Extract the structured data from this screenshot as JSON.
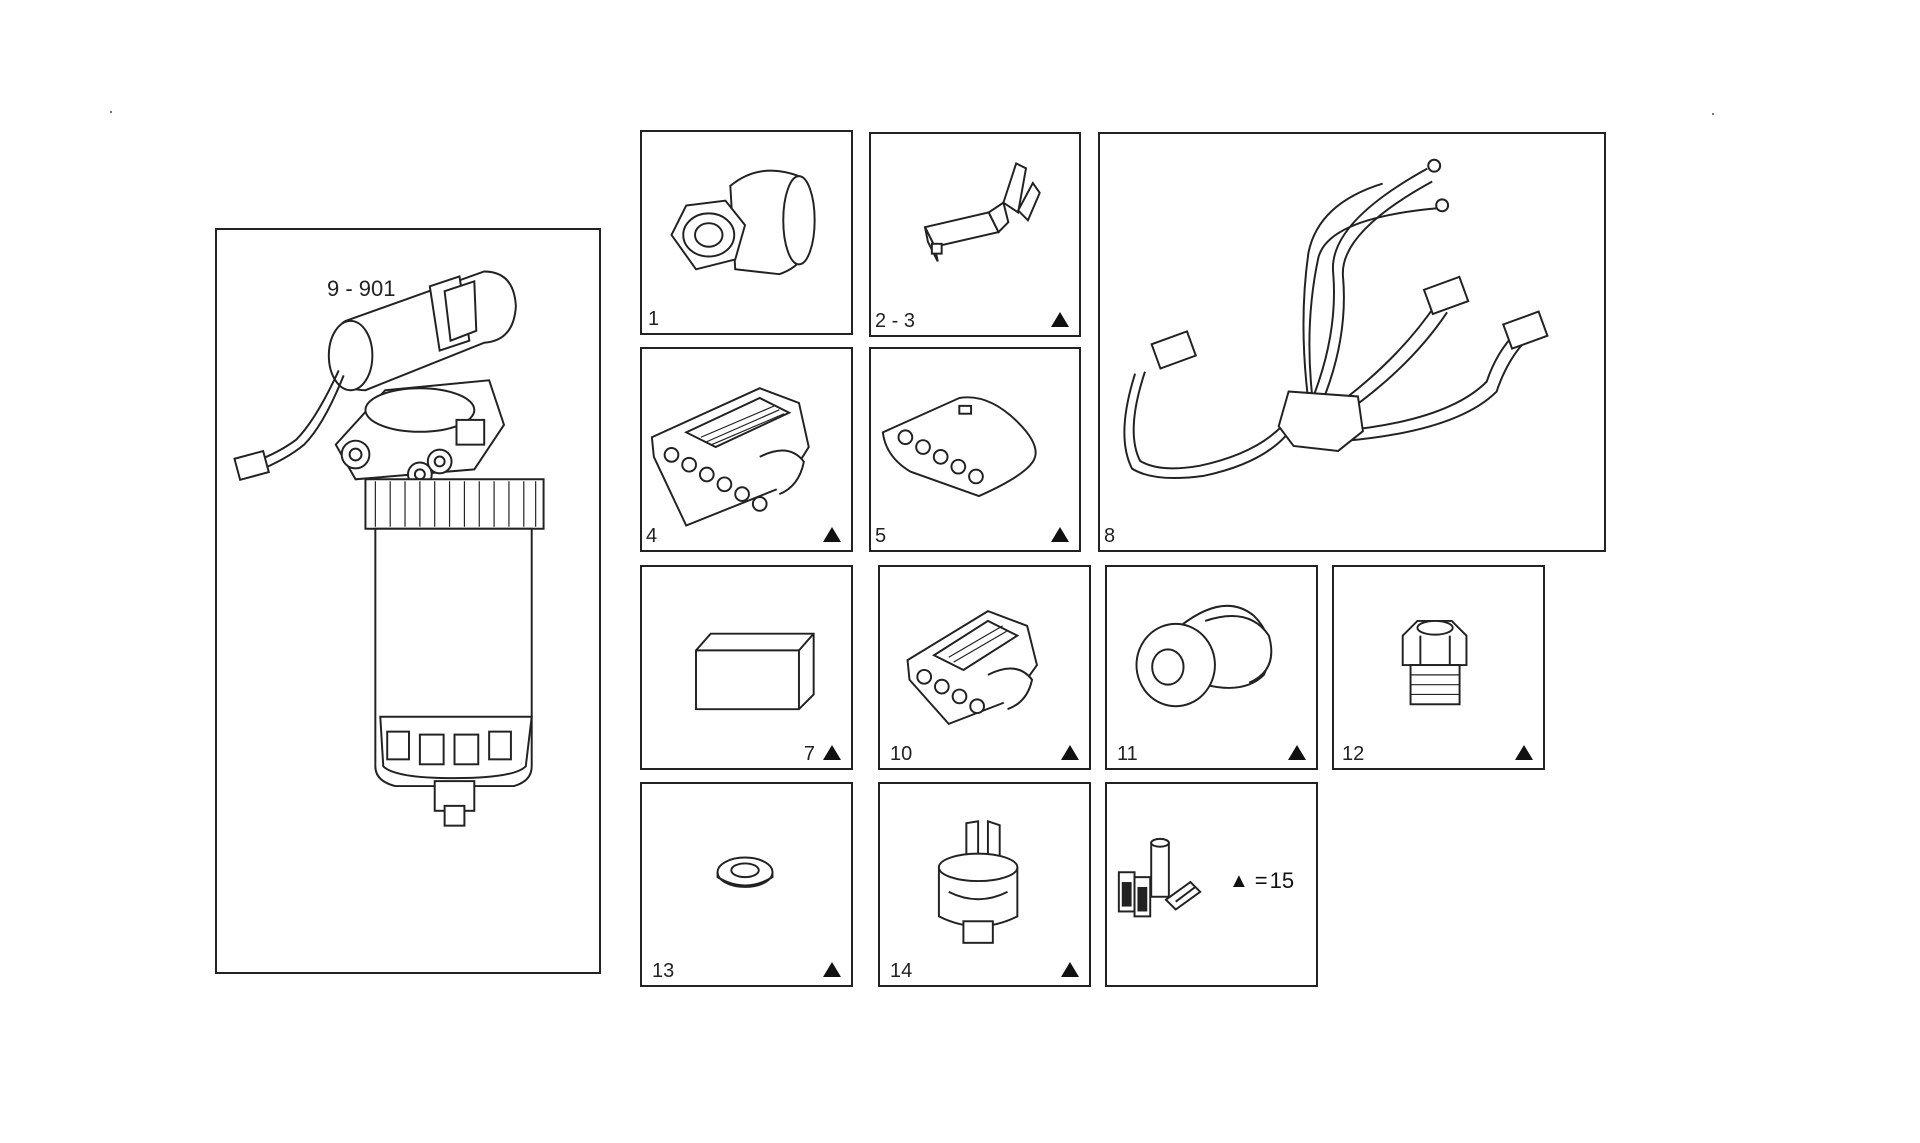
{
  "main_part": {
    "label": "9 - 901"
  },
  "panels": [
    {
      "id": "p1",
      "label": "1",
      "marked": false,
      "item": "nut"
    },
    {
      "id": "p23",
      "label": "2 - 3",
      "marked": true,
      "item": "terminal"
    },
    {
      "id": "p4",
      "label": "4",
      "marked": true,
      "item": "connector-6-pin"
    },
    {
      "id": "p5",
      "label": "5",
      "marked": true,
      "item": "connector-seal"
    },
    {
      "id": "p8",
      "label": "8",
      "marked": false,
      "item": "wiring-harness"
    },
    {
      "id": "p7",
      "label": "7",
      "marked": true,
      "item": "foam-block"
    },
    {
      "id": "p10",
      "label": "10",
      "marked": true,
      "item": "connector-4-pin"
    },
    {
      "id": "p11",
      "label": "11",
      "marked": true,
      "item": "rubber-grommet"
    },
    {
      "id": "p12",
      "label": "12",
      "marked": true,
      "item": "hex-fitting"
    },
    {
      "id": "p13",
      "label": "13",
      "marked": true,
      "item": "washer"
    },
    {
      "id": "p14",
      "label": "14",
      "marked": true,
      "item": "pressure-switch"
    },
    {
      "id": "p15",
      "label": "",
      "marked": false,
      "item": "kit"
    }
  ],
  "kit_legend": {
    "symbol": "▲",
    "equals": "=",
    "value": "15"
  }
}
